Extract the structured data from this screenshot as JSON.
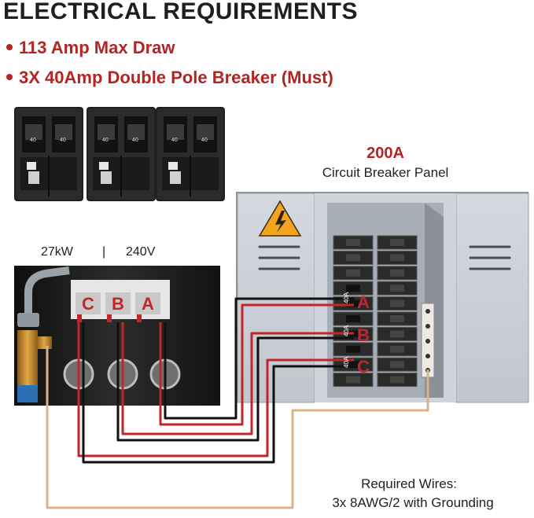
{
  "header": {
    "title": "ELECTRICAL REQUIREMENTS"
  },
  "requirements": [
    "113 Amp Max Draw",
    "3X 40Amp Double Pole Breaker (Must)"
  ],
  "panel": {
    "rating": "200A",
    "label": "Circuit Breaker Panel"
  },
  "heater": {
    "power": "27kW",
    "separator": "|",
    "voltage": "240V"
  },
  "circuits": [
    {
      "letter": "A",
      "breaker": "40A"
    },
    {
      "letter": "B",
      "breaker": "40A"
    },
    {
      "letter": "C",
      "breaker": "40A"
    }
  ],
  "breaker_label": "40",
  "wires": {
    "line1": "Required Wires:",
    "line2": "3x 8AWG/2 with Grounding"
  },
  "colors": {
    "accent": "#b32424",
    "hot_red": "#c0262b",
    "hot_black": "#111111",
    "ground": "#d9b48a"
  }
}
